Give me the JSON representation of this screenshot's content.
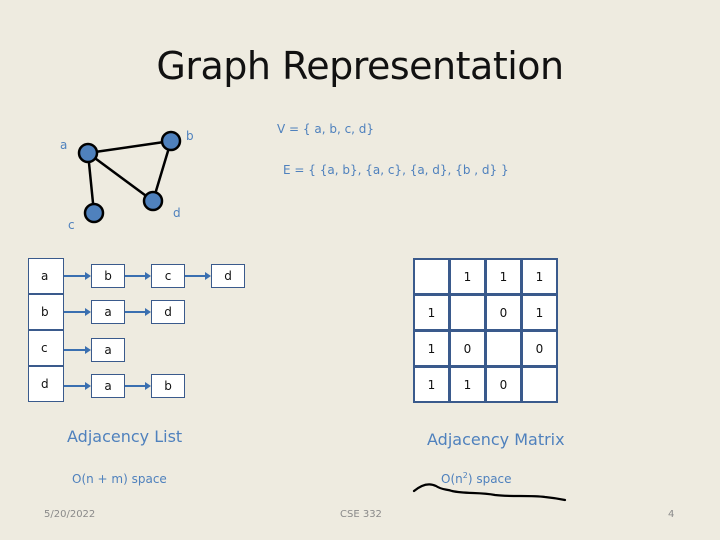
{
  "title": "Graph Representation",
  "graph": {
    "nodes": [
      {
        "id": "a",
        "label": "a"
      },
      {
        "id": "b",
        "label": "b"
      },
      {
        "id": "c",
        "label": "c"
      },
      {
        "id": "d",
        "label": "d"
      }
    ],
    "edges": [
      [
        "a",
        "b"
      ],
      [
        "a",
        "c"
      ],
      [
        "a",
        "d"
      ],
      [
        "b",
        "d"
      ]
    ],
    "node_color": "#4F81BD"
  },
  "vertex_set": "V = { a, b, c, d}",
  "edge_set": "E = { {a, b}, {a, c}, {a, d}, {b , d} }",
  "adjacency_list": {
    "rows": [
      {
        "head": "a",
        "neighbors": [
          "b",
          "c",
          "d"
        ]
      },
      {
        "head": "b",
        "neighbors": [
          "a",
          "d"
        ]
      },
      {
        "head": "c",
        "neighbors": [
          "a"
        ]
      },
      {
        "head": "d",
        "neighbors": [
          "a",
          "b"
        ]
      }
    ],
    "caption": "Adjacency List",
    "space": "O(n + m) space"
  },
  "adjacency_matrix": {
    "cells": [
      [
        "",
        "1",
        "1",
        "1"
      ],
      [
        "1",
        "",
        "0",
        "1"
      ],
      [
        "1",
        "0",
        "",
        "0"
      ],
      [
        "1",
        "1",
        "0",
        ""
      ]
    ],
    "caption": "Adjacency Matrix",
    "space_prefix": "O(n",
    "space_sup": "2",
    "space_suffix": ") space"
  },
  "footer": {
    "date": "5/20/2022",
    "course": "CSE 332",
    "page": "4"
  }
}
